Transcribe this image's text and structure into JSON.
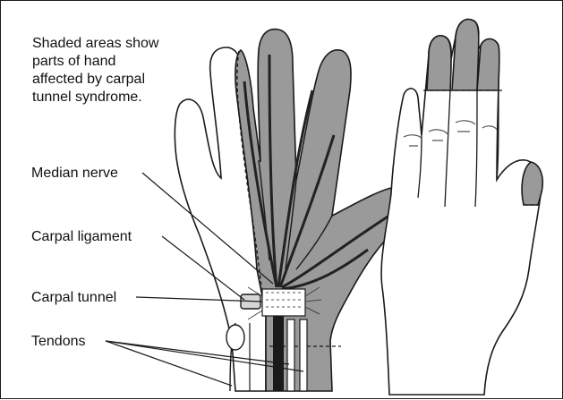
{
  "caption": {
    "line1": "Shaded areas show",
    "line2": "parts of hand",
    "line3": "affected by carpal",
    "line4": "tunnel syndrome."
  },
  "labels": {
    "median_nerve": "Median nerve",
    "carpal_ligament": "Carpal ligament",
    "carpal_tunnel": "Carpal tunnel",
    "tendons": "Tendons"
  },
  "colors": {
    "shade": "#9a9a9a",
    "outline": "#1a1a1a",
    "paper": "#ffffff",
    "nerve": "#222222"
  }
}
